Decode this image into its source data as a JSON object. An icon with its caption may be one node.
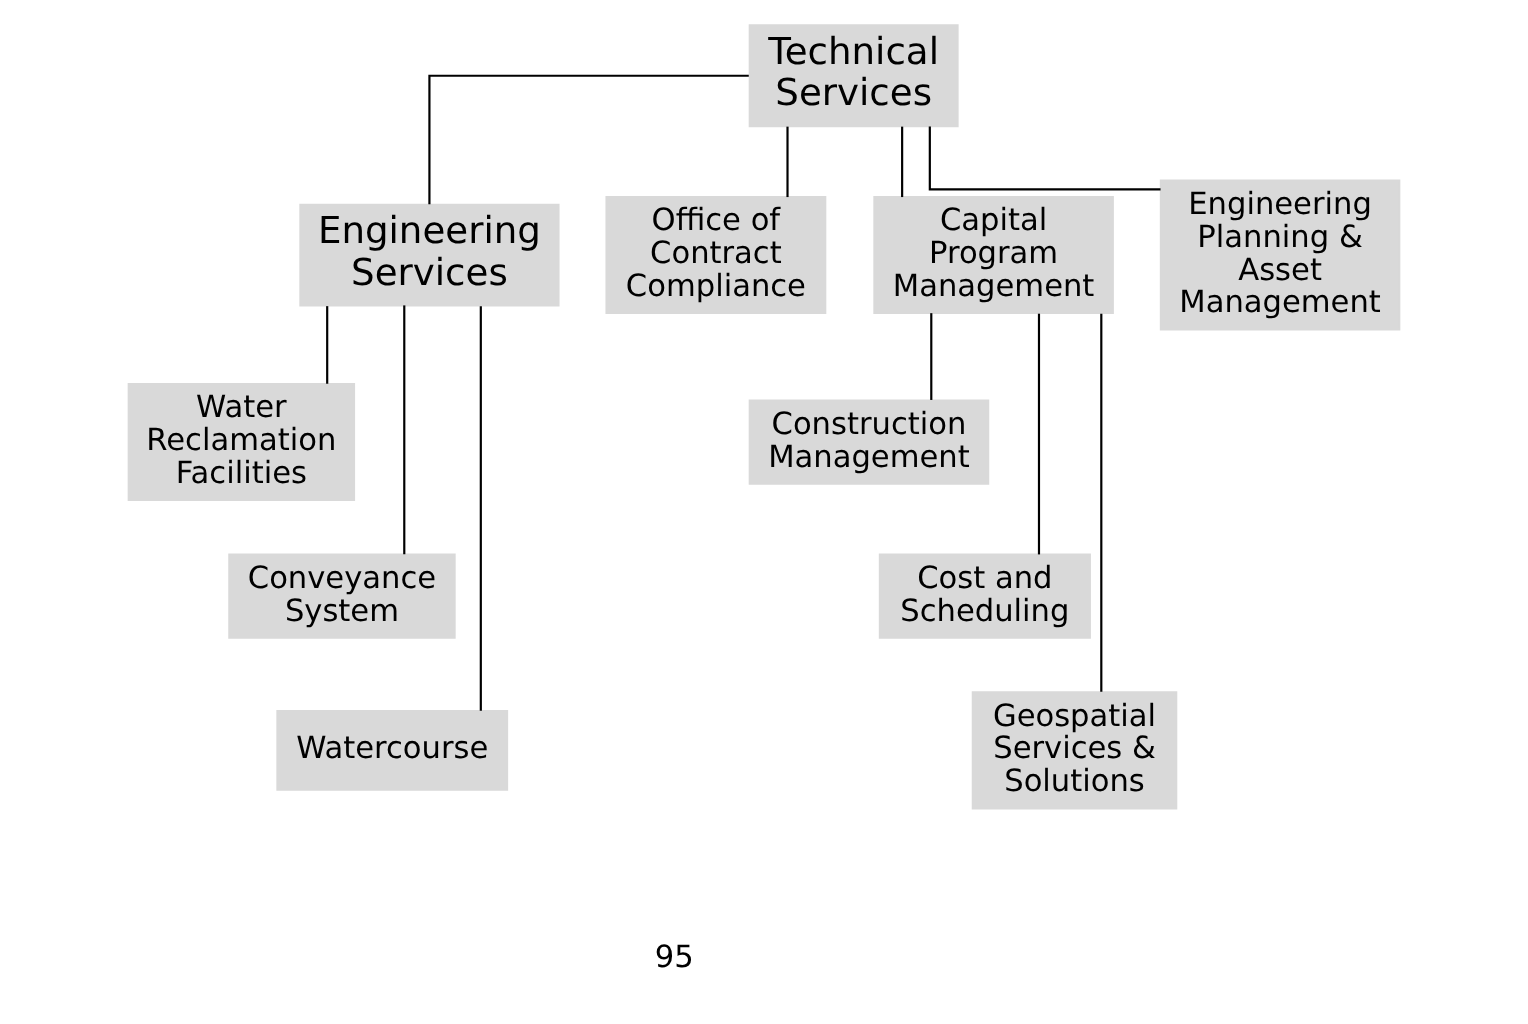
{
  "diagram": {
    "nodes": [
      {
        "text": [
          "Technical Services"
        ]
      },
      {
        "text": [
          "Engineering Services"
        ]
      },
      {
        "text": [
          "Office of Contract Compliance"
        ]
      },
      {
        "text": [
          "Capital Program Management"
        ]
      },
      {
        "text": [
          "Engineering Planning & Asset Management"
        ]
      },
      {
        "text": [
          "Water Reclamation Facilities"
        ]
      },
      {
        "text": [
          "Conveyance System"
        ]
      },
      {
        "text": [
          "Watercourse"
        ]
      },
      {
        "text": [
          "Construction Management"
        ]
      },
      {
        "text": [
          "Cost and Scheduling"
        ]
      },
      {
        "text": [
          "Geospatial Services & Solutions"
        ]
      }
    ],
    "edges": [
      {
        "from": 0,
        "to": 1,
        "arrow": "none"
      },
      {
        "from": 0,
        "to": 2,
        "arrow": "none"
      },
      {
        "from": 0,
        "to": 3,
        "arrow": "none"
      },
      {
        "from": 0,
        "to": 4,
        "arrow": "none"
      },
      {
        "from": 1,
        "to": 5,
        "arrow": "none"
      },
      {
        "from": 1,
        "to": 6,
        "arrow": "none"
      },
      {
        "from": 1,
        "to": 7,
        "arrow": "none"
      },
      {
        "from": 3,
        "to": 8,
        "arrow": "none"
      },
      {
        "from": 3,
        "to": 9,
        "arrow": "none"
      },
      {
        "from": 3,
        "to": 10,
        "arrow": "none"
      }
    ],
    "labels": [
      "95"
    ]
  }
}
